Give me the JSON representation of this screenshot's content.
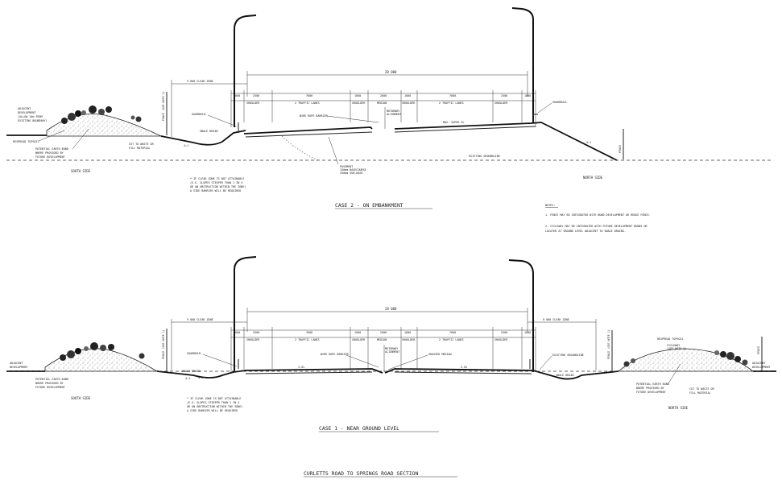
{
  "title": "CURLETTS ROAD TO SPRINGS ROAD SECTION",
  "notes": {
    "heading": "NOTES:",
    "items": [
      "1.  FENCE MAY BE INTEGRATED WITH BUND DEVELOPMENT OR HEDGE FENCE.",
      "2.  CYCLEWAY MAY BE INTEGRATED WITH FUTURE DEVELOPMENT BUNDS OR",
      "     LOCATED AT GROUND LEVEL ADJACENT TO SWALE DRAINS."
    ]
  },
  "case2": {
    "caption": "CASE 2  -  ON EMBANKMENT",
    "south_side": "SOUTH SIDE",
    "north_side": "NORTH SIDE",
    "overall_width": "28 000",
    "clear_zone": "9 000 CLEAR ZONE",
    "fence_label": "FENCE (SEE NOTE 1)",
    "fence": "FENCE",
    "lanes": [
      {
        "width": "2500",
        "name": "SHOULDER"
      },
      {
        "width": "7600",
        "name": "2 TRAFFIC LANES"
      },
      {
        "width": "1000",
        "name": "SHOULDER"
      },
      {
        "width": "2000",
        "name": "MEDIAN"
      },
      {
        "width": "1000",
        "name": "SHOULDER"
      },
      {
        "width": "7600",
        "name": "2 TRAFFIC LANES"
      },
      {
        "width": "2500",
        "name": "SHOULDER"
      }
    ],
    "barrier_left": "1000",
    "barrier_right": "1000",
    "labels": {
      "adjacent_development": [
        "ADJACENT",
        "DEVELOPMENT",
        "(ALLOW 10m FROM",
        "EXISTING BOUNDARY)"
      ],
      "respread_topsoil": "RESPREAD TOPSOIL",
      "earth_bund": [
        "POTENTIAL EARTH BUND",
        "WHERE PROVIDED BY",
        "FUTURE DEVELOPMENT"
      ],
      "cut_to_waste": [
        "CUT TO WASTE OR",
        "FILL MATERIAL"
      ],
      "guardrail_left": "GUARDRAIL",
      "guardrail_right": "GUARDRAIL",
      "swale_drain": "SWALE DRAIN",
      "wire_rope": "WIRE ROPE BARRIER",
      "motorway_alignment": [
        "MOTORWAY",
        "ALIGNMENT"
      ],
      "super_el": "MAX. SUPER EL",
      "existing_groundline": "EXISTING GROUNDLINE",
      "pavement": [
        "PAVEMENT",
        "150mm BASECOURSE",
        "250mm SUB-BASE"
      ],
      "slope": "4:1"
    },
    "clear_zone_note": [
      "* IF CLEAR ZONE IS NOT ATTAINABLE",
      "(E.G. SLOPES STEEPER THAN 1 IN 4",
      "OR AN OBSTRUCTION WITHIN THE ZONE)",
      "A SIDE BARRIER WILL BE REQUIRED"
    ]
  },
  "case1": {
    "caption": "CASE 1  -  NEAR GROUND LEVEL",
    "south_side": "SOUTH SIDE",
    "north_side": "NORTH SIDE",
    "overall_width": "28 000",
    "clear_zone_left": "9 000 CLEAR ZONE",
    "clear_zone_right": "9 000 CLEAR ZONE",
    "fence_label": "FENCE (SEE NOTE 1)",
    "fence": "FENCE",
    "lanes": [
      {
        "width": "2500",
        "name": "SHOULDER"
      },
      {
        "width": "7600",
        "name": "2 TRAFFIC LANES"
      },
      {
        "width": "1000",
        "name": "SHOULDER"
      },
      {
        "width": "2000",
        "name": "MEDIAN"
      },
      {
        "width": "1000",
        "name": "SHOULDER"
      },
      {
        "width": "7600",
        "name": "2 TRAFFIC LANES"
      },
      {
        "width": "2500",
        "name": "SHOULDER"
      }
    ],
    "barrier_left": "1000",
    "barrier_right": "1000",
    "labels": {
      "adjacent_development_left": [
        "ADJACENT",
        "DEVELOPMENT"
      ],
      "adjacent_development_right": [
        "ADJACENT",
        "DEVELOPMENT"
      ],
      "respread_topsoil": "RESPREAD TOPSOIL",
      "cycleway": [
        "CYCLEWAY",
        "(SEE NOTE 2)"
      ],
      "earth_bund_left": [
        "POTENTIAL EARTH BUND",
        "WHERE PROVIDED BY",
        "FUTURE DEVELOPMENT"
      ],
      "earth_bund_right": [
        "POTENTIAL EARTH BUND",
        "WHERE PROVIDED BY",
        "FUTURE DEVELOPMENT"
      ],
      "cut_to_waste": [
        "CUT TO WASTE OR",
        "FILL MATERIAL"
      ],
      "guardrail": "GUARDRAIL",
      "swale_drain_left": "SWALE DRAIN",
      "swale_drain_right": "SWALE DRAIN",
      "wire_rope": "WIRE ROPE BARRIER",
      "motorway_alignment": [
        "MOTORWAY",
        "ALIGNMENT"
      ],
      "grassed_median": "GRASSED MEDIAN",
      "existing_groundline": "EXISTING GROUNDLINE",
      "crossfall": "3.0%",
      "slope": "4:1"
    },
    "clear_zone_note": [
      "* IF CLEAR ZONE IS NOT ATTAINABLE",
      "(E.G. SLOPES STEEPER THAN 1 IN 4",
      "OR AN OBSTRUCTION WITHIN THE ZONE)",
      "A SIDE BARRIER WILL BE REQUIRED"
    ]
  }
}
